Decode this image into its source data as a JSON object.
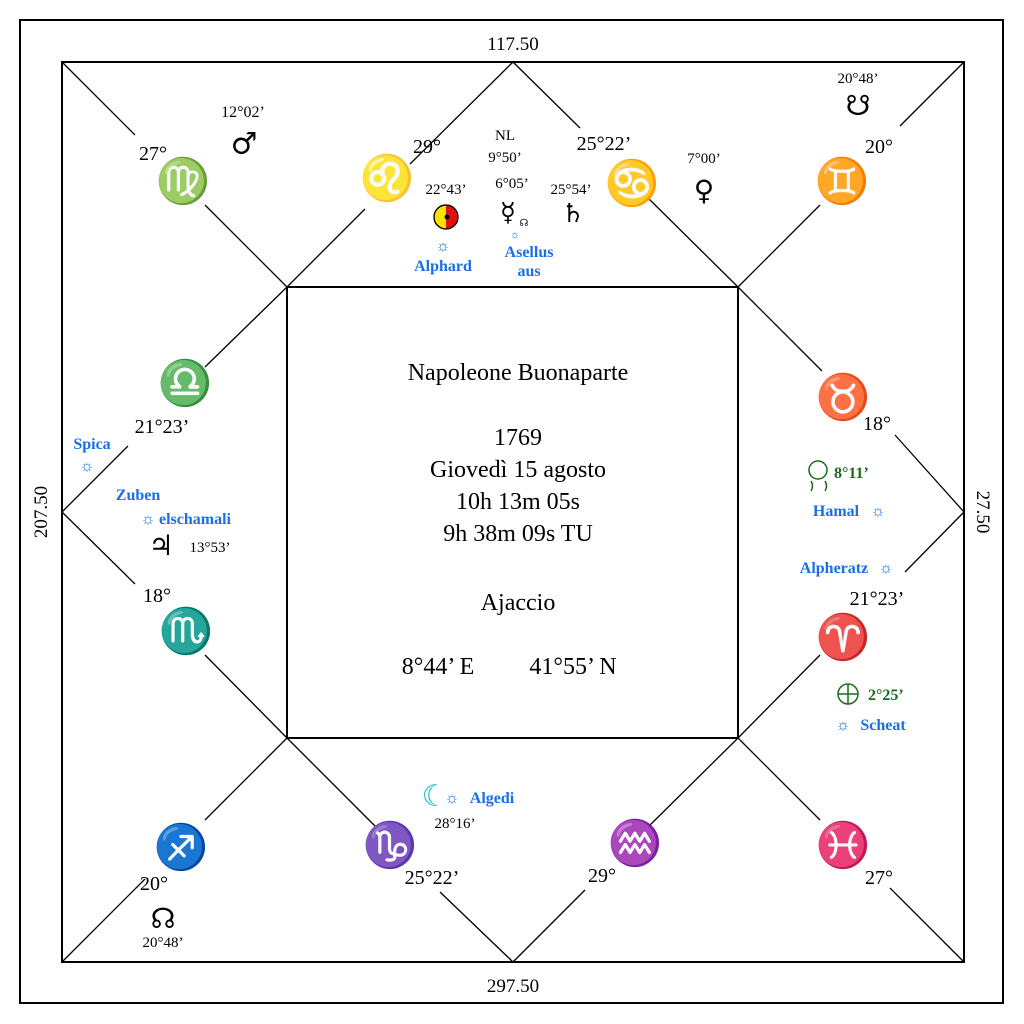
{
  "edges": {
    "top": "117.50",
    "bottom": "297.50",
    "left": "207.50",
    "right": "27.50"
  },
  "center": {
    "name": "Napoleone Buonaparte",
    "year": "1769",
    "date": "Giovedì 15 agosto",
    "local_time": "10h 13m 05s",
    "ut_time": "9h 38m 09s TU",
    "place": "Ajaccio",
    "longitude": "8°44’ E",
    "latitude": "41°55’ N"
  },
  "houses": [
    {
      "sign": "♍",
      "cusp": "27°"
    },
    {
      "sign": "♌",
      "cusp": "29°"
    },
    {
      "sign": "♋",
      "cusp": "25°22’"
    },
    {
      "sign": "♊",
      "cusp": "20°"
    },
    {
      "sign": "♉",
      "cusp": "18°"
    },
    {
      "sign": "♈",
      "cusp": "21°23’"
    },
    {
      "sign": "♓",
      "cusp": "27°"
    },
    {
      "sign": "♒",
      "cusp": "29°"
    },
    {
      "sign": "♑",
      "cusp": "25°22’"
    },
    {
      "sign": "♐",
      "cusp": "20°"
    },
    {
      "sign": "♏",
      "cusp": "18°"
    },
    {
      "sign": "♎",
      "cusp": "21°23’"
    }
  ],
  "planets": {
    "mars": {
      "glyph": "♂",
      "pos": "12°02’"
    },
    "sun": {
      "pos": "22°43’"
    },
    "mercury": {
      "glyph": "☿",
      "pos": "6°05’",
      "sub": "☊"
    },
    "new_lunation": {
      "label": "NL",
      "pos": "9°50’"
    },
    "saturn": {
      "glyph": "♄",
      "pos": "25°54’"
    },
    "venus": {
      "glyph": "♀",
      "pos": "7°00’"
    },
    "south_node": {
      "glyph": "☋",
      "pos": "20°48’"
    },
    "north_node": {
      "glyph": "☊",
      "pos": "20°48’"
    },
    "jupiter": {
      "glyph": "♃",
      "pos": "13°53’"
    },
    "moon": {
      "glyph": "☾",
      "pos": "28°16’"
    },
    "lilith": {
      "pos": "8°11’"
    },
    "part_of_fortune": {
      "pos": "2°25’"
    }
  },
  "stars": {
    "alphard": "Alphard",
    "asellus_1": "Asellus",
    "asellus_2": "aus",
    "spica": "Spica",
    "zuben_1": "Zuben",
    "zuben_2": "elschamali",
    "hamal": "Hamal",
    "alpheratz": "Alpheratz",
    "scheat": "Scheat",
    "algedi": "Algedi"
  },
  "colors": {
    "star_blue": "#1a6fe6",
    "green": "#1a6b1a",
    "sun_red": "#e01010",
    "sun_yellow": "#ffe100",
    "moon_cyan": "#22bfc9"
  }
}
